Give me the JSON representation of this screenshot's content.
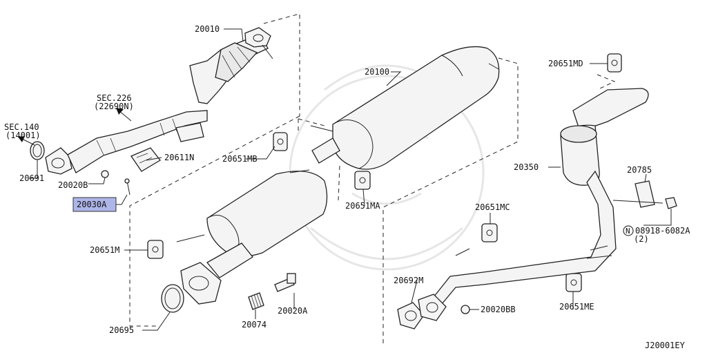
{
  "diagram": {
    "code": "J20001EY",
    "highlight_color": "#aeb6e8",
    "labels": {
      "p20010": "20010",
      "sec226a": "SEC.226",
      "sec226b": "(22690N)",
      "sec140a": "SEC.140",
      "sec140b": "(14001)",
      "p20691": "20691",
      "p20020b": "20020B",
      "p20611n": "20611N",
      "p20030a": "20030A",
      "p20100": "20100",
      "p20651mb": "20651MB",
      "p20651ma": "20651MA",
      "p20651m": "20651M",
      "p20695": "20695",
      "p20074": "20074",
      "p20020a": "20020A",
      "p20651md": "20651MD",
      "p20350": "20350",
      "p20785": "20785",
      "p08918": "08918-6082A",
      "p08918q": "(2)",
      "nut_symbol": "N",
      "p20651mc": "20651MC",
      "p20692m": "20692M",
      "p20020bb": "20020BB",
      "p20651me": "20651ME"
    }
  }
}
